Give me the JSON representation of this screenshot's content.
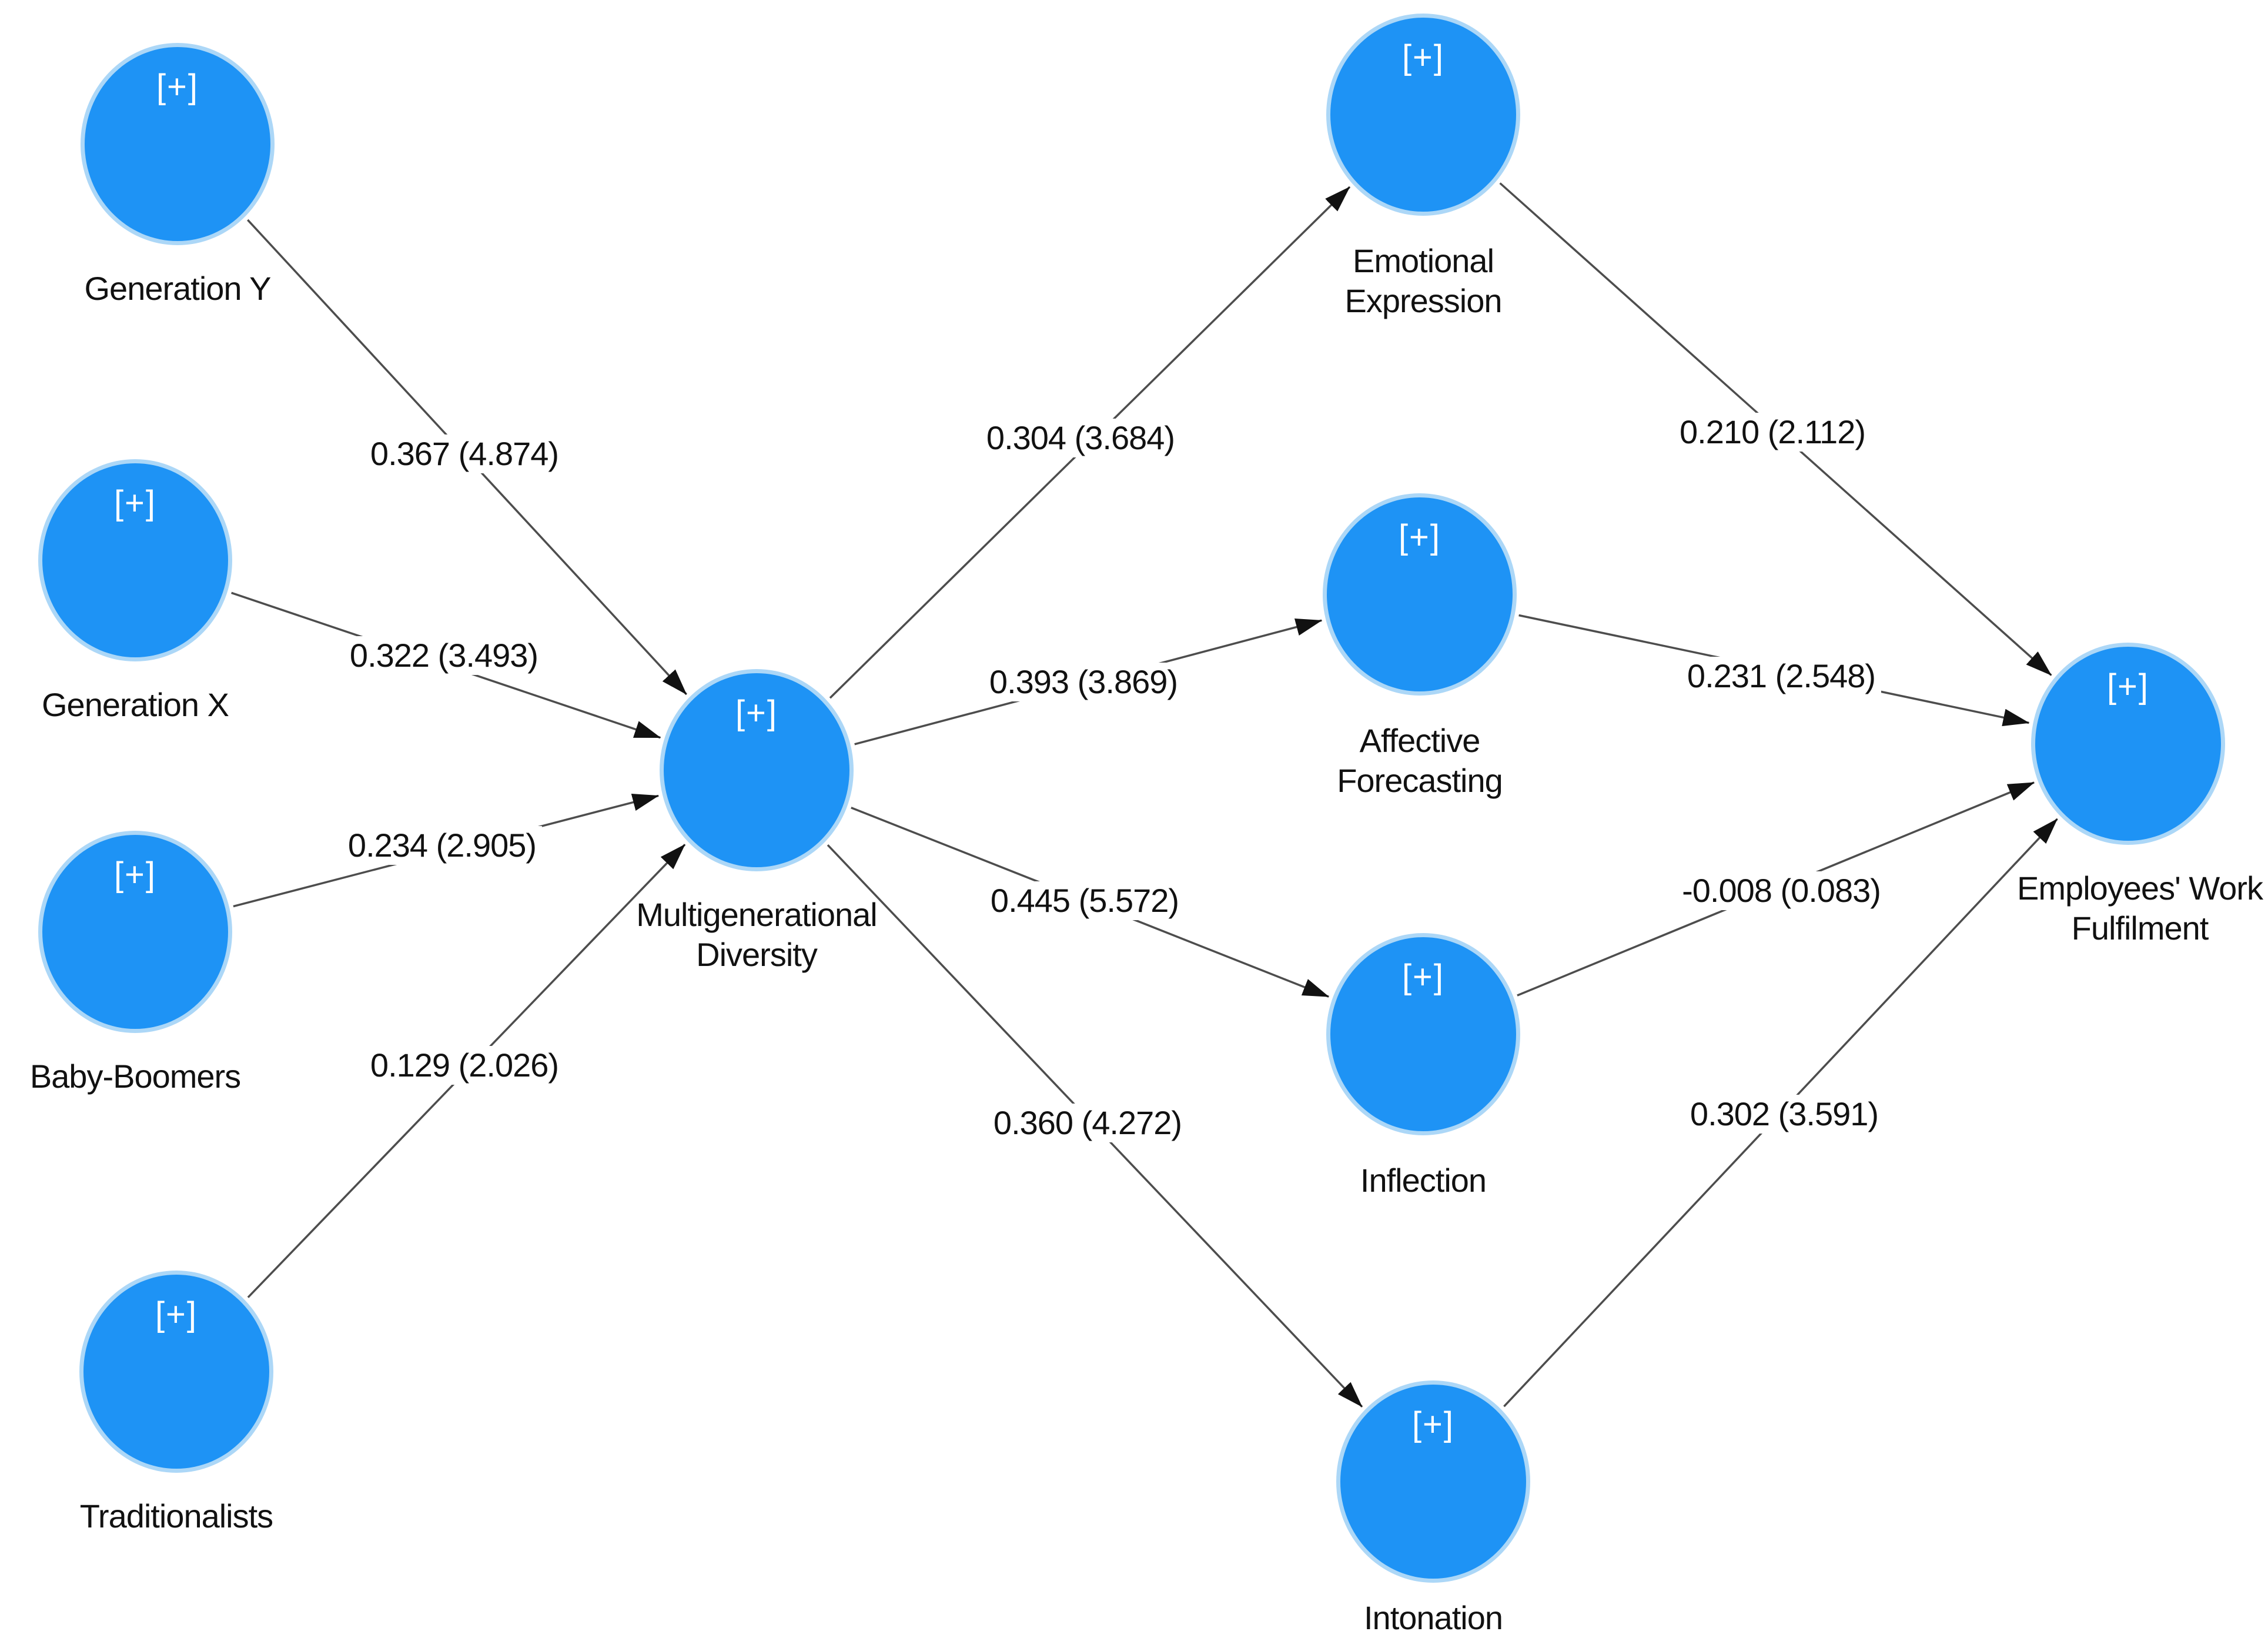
{
  "diagram": {
    "badge": "[+]",
    "nodes": [
      {
        "id": "gen_y",
        "label": "Generation Y"
      },
      {
        "id": "gen_x",
        "label": "Generation X"
      },
      {
        "id": "baby_boomers",
        "label": "Baby-Boomers"
      },
      {
        "id": "traditionalists",
        "label": "Traditionalists"
      },
      {
        "id": "multigen",
        "label": "Multigenerational\nDiversity"
      },
      {
        "id": "emotional",
        "label": "Emotional\nExpression"
      },
      {
        "id": "affective",
        "label": "Affective\nForecasting"
      },
      {
        "id": "inflection",
        "label": "Inflection"
      },
      {
        "id": "intonation",
        "label": "Intonation"
      },
      {
        "id": "ewf",
        "label": "Employees' Work\nFulfilment"
      }
    ],
    "edges": [
      {
        "from": "gen_y",
        "to": "multigen",
        "label": "0.367 (4.874)"
      },
      {
        "from": "gen_x",
        "to": "multigen",
        "label": "0.322 (3.493)"
      },
      {
        "from": "baby_boomers",
        "to": "multigen",
        "label": "0.234 (2.905)"
      },
      {
        "from": "traditionalists",
        "to": "multigen",
        "label": "0.129 (2.026)"
      },
      {
        "from": "multigen",
        "to": "emotional",
        "label": "0.304 (3.684)"
      },
      {
        "from": "multigen",
        "to": "affective",
        "label": "0.393 (3.869)"
      },
      {
        "from": "multigen",
        "to": "inflection",
        "label": "0.445 (5.572)"
      },
      {
        "from": "multigen",
        "to": "intonation",
        "label": "0.360 (4.272)"
      },
      {
        "from": "emotional",
        "to": "ewf",
        "label": "0.210 (2.112)"
      },
      {
        "from": "affective",
        "to": "ewf",
        "label": "0.231 (2.548)"
      },
      {
        "from": "inflection",
        "to": "ewf",
        "label": "-0.008 (0.083)"
      },
      {
        "from": "intonation",
        "to": "ewf",
        "label": "0.302 (3.591)"
      }
    ],
    "colors": {
      "node_fill": "#1E93F5",
      "node_ring": "#ACD7F7",
      "badge_text": "#FFFFFF",
      "edge_line": "#4D4D4D",
      "arrowhead": "#111111",
      "label_text": "#111111",
      "background": "#FFFFFF"
    }
  }
}
